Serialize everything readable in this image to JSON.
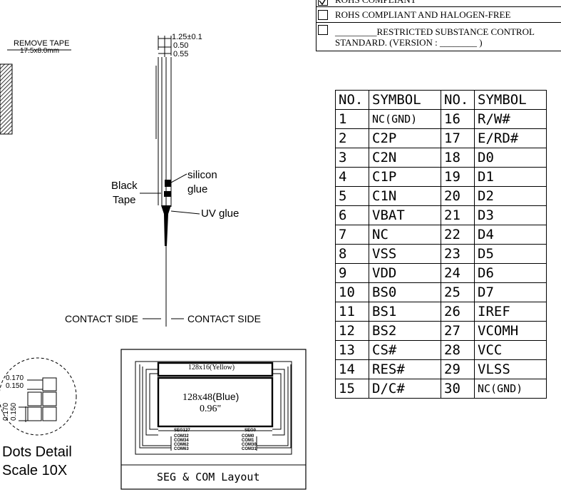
{
  "compliance": {
    "rohs": "ROHS COMPLIANT",
    "rohs_halogen": "ROHS COMPLIANT  AND HALOGEN-FREE",
    "restricted_line1": "_________RESTRICTED SUBSTANCE CONTROL",
    "restricted_line2": "STANDARD.  (VERSION :  ________  )"
  },
  "remove_tape": {
    "label": "REMOVE TAPE",
    "size": "17.5x8.0mm"
  },
  "side_view": {
    "dim_total": "1.25±0.1",
    "dim_a": "0.50",
    "dim_b": "0.55",
    "silicon": "silicon",
    "glue": "glue",
    "black": "Black",
    "tape": "Tape",
    "uv_glue": "UV glue",
    "contact_left": "CONTACT SIDE",
    "contact_right": "CONTACT SIDE"
  },
  "pin_table": {
    "headers": [
      "NO.",
      "SYMBOL",
      "NO.",
      "SYMBOL"
    ],
    "rows": [
      [
        "1",
        "NC(GND)",
        "16",
        "R/W#"
      ],
      [
        "2",
        "C2P",
        "17",
        "E/RD#"
      ],
      [
        "3",
        "C2N",
        "18",
        "D0"
      ],
      [
        "4",
        "C1P",
        "19",
        "D1"
      ],
      [
        "5",
        "C1N",
        "20",
        "D2"
      ],
      [
        "6",
        "VBAT",
        "21",
        "D3"
      ],
      [
        "7",
        "NC",
        "22",
        "D4"
      ],
      [
        "8",
        "VSS",
        "23",
        "D5"
      ],
      [
        "9",
        "VDD",
        "24",
        "D6"
      ],
      [
        "10",
        "BS0",
        "25",
        "D7"
      ],
      [
        "11",
        "BS1",
        "26",
        "IREF"
      ],
      [
        "12",
        "BS2",
        "27",
        "VCOMH"
      ],
      [
        "13",
        "CS#",
        "28",
        "VCC"
      ],
      [
        "14",
        "RES#",
        "29",
        "VLSS"
      ],
      [
        "15",
        "D/C#",
        "30",
        "NC(GND)"
      ]
    ]
  },
  "dots_detail": {
    "dim_h1": "0.170",
    "dim_h2": "0.150",
    "dim_v1": "0.170",
    "dim_v2": "0.150",
    "title": "Dots Detail",
    "scale": "Scale 10X"
  },
  "layout_box": {
    "yellow_label": "128x16(Yellow)",
    "blue_label": "128x48",
    "blue_word": "(Blue)",
    "size": "0.96\"",
    "seg_left": "SEG127",
    "seg_right": "SEG0",
    "com_left": [
      "COM32",
      "COM34",
      "COM62",
      "COM63"
    ],
    "com_right": [
      "COM0",
      "COM1",
      "COM30",
      "COM31"
    ],
    "caption": "SEG & COM Layout"
  }
}
